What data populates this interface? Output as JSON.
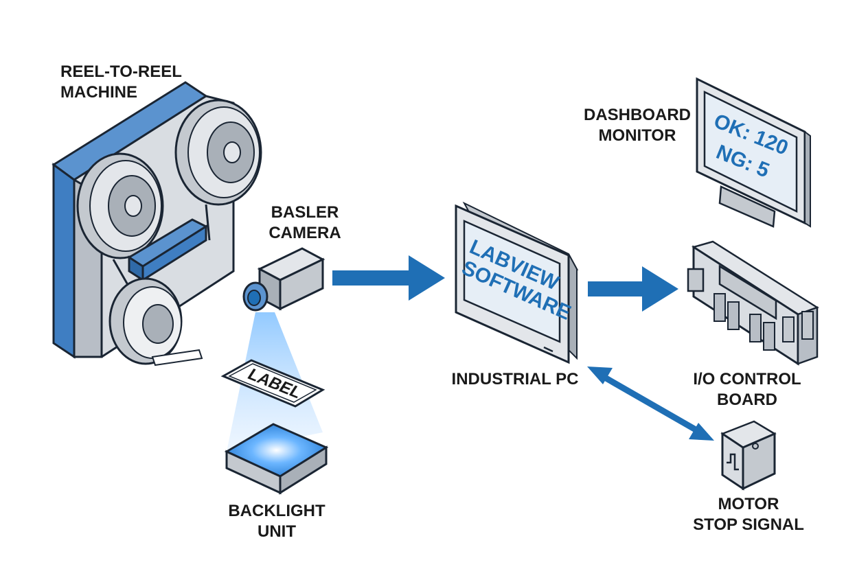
{
  "colors": {
    "accent_blue": "#1f6fb5",
    "panel_blue": "#5b93cf",
    "light_gray": "#d9dde2",
    "mid_gray": "#b8bec6",
    "outline": "#1a2533",
    "screen_bg": "#e6eef6",
    "glow": "#3fa0ff"
  },
  "components": {
    "reel_machine": {
      "line1": "REEL-TO-REEL",
      "line2": "MACHINE"
    },
    "camera": {
      "line1": "BASLER",
      "line2": "CAMERA"
    },
    "label_sample": {
      "text": "LABEL"
    },
    "backlight": {
      "line1": "BACKLIGHT",
      "line2": "UNIT"
    },
    "pc": {
      "caption": "INDUSTRIAL PC",
      "screen_line1": "LABVIEW",
      "screen_line2": "SOFTWARE"
    },
    "monitor": {
      "line1": "DASHBOARD",
      "line2": "MONITOR",
      "screen_line1": "OK: 120",
      "screen_line2": "NG: 5"
    },
    "io_board": {
      "line1": "I/O CONTROL",
      "line2": "BOARD"
    },
    "motor_stop": {
      "line1": "MOTOR",
      "line2": "STOP SIGNAL"
    }
  },
  "icons": {
    "flow_arrow": "arrow-right-icon",
    "bidirectional_arrow": "double-arrow-icon",
    "signal_symbol": "step-signal-icon"
  }
}
